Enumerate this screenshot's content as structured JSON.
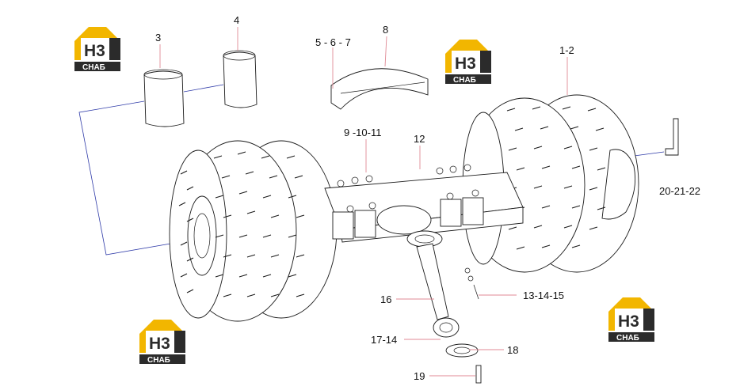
{
  "callouts": {
    "c3": "3",
    "c4": "4",
    "c567": "5 - 6 - 7",
    "c8": "8",
    "c12": "1-2",
    "c91011": "9 -10-11",
    "c12b": "12",
    "c202122": "20-21-22",
    "c16": "16",
    "c131415": "13-14-15",
    "c1714": "17-14",
    "c18": "18",
    "c19": "19"
  },
  "logo": {
    "mark": "H3",
    "word": "СНАБ"
  },
  "colors": {
    "logo_yellow": "#f2b600",
    "logo_dark": "#2b2b2b",
    "leader_pink": "#e08a95",
    "link_blue": "#2e3aa8"
  }
}
